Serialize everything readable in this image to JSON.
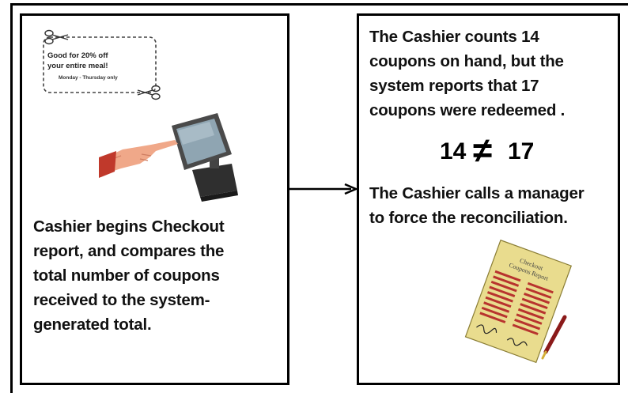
{
  "left_panel": {
    "coupon": {
      "line1": "Good for 20% off",
      "line2": "your entire meal!",
      "line3": "Monday - Thursday only"
    },
    "description_lines": [
      "Cashier begins Checkout",
      "report, and compares the",
      "total number of coupons",
      "received to the system-",
      "generated total."
    ]
  },
  "right_panel": {
    "count_lines": [
      "The Cashier counts 14",
      "coupons on hand, but the",
      "system reports that 17",
      "coupons were redeemed ."
    ],
    "inequality": {
      "left": "14",
      "symbol": "≠",
      "right": "17"
    },
    "action_lines": [
      "The Cashier calls a manager",
      "to force the reconciliation."
    ],
    "report_title_line1": "Checkout",
    "report_title_line2": "Coupons Report"
  },
  "colors": {
    "border": "#000000",
    "report_paper": "#e9dc8e",
    "report_lines": "#b8332e",
    "pos_body": "#3a3a3a"
  },
  "icons": [
    "scissors-icon",
    "coupon-icon",
    "pos-terminal-icon",
    "hand-icon",
    "report-document-icon",
    "pen-icon",
    "arrow-right-icon"
  ]
}
